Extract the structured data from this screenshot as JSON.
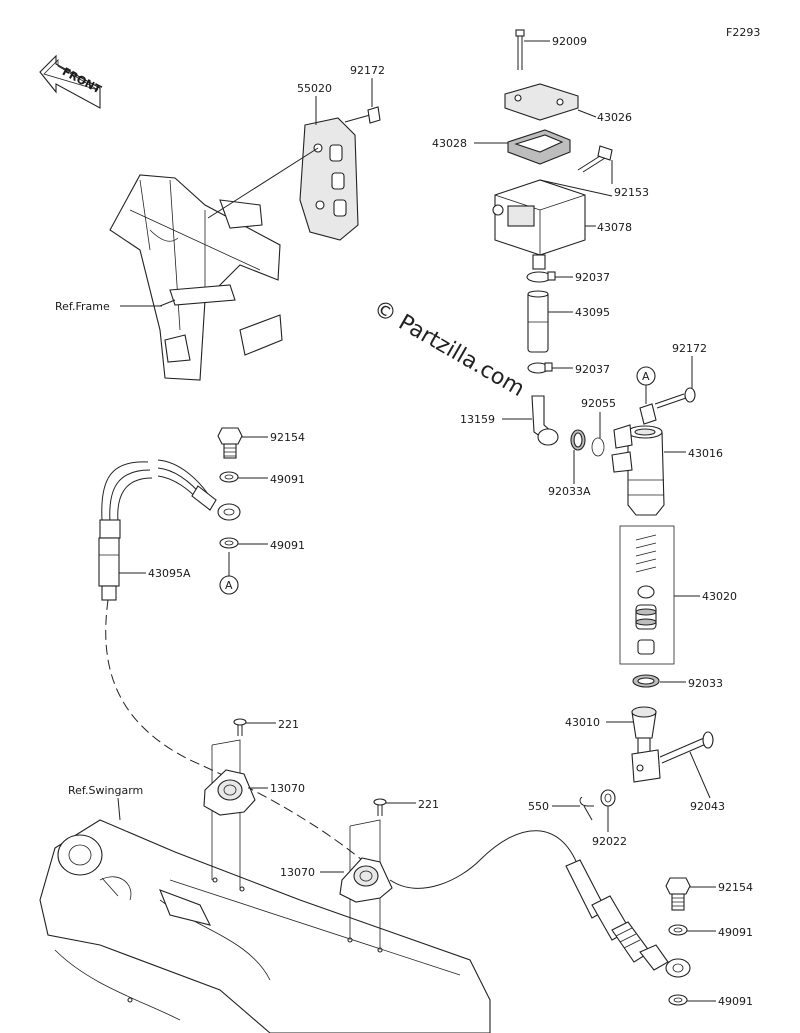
{
  "figure_code": "F2293",
  "front_label": "FRONT",
  "watermark": "© Partzilla.com",
  "refs": {
    "frame": "Ref.Frame",
    "swingarm": "Ref.Swingarm"
  },
  "callouts": {
    "c92009": "92009",
    "c43026": "43026",
    "c43028": "43028",
    "c92153": "92153",
    "c43078": "43078",
    "c92037a": "92037",
    "c43095": "43095",
    "c92037b": "92037",
    "c55020": "55020",
    "c92172a": "92172",
    "c92172b": "92172",
    "c13159": "13159",
    "c92055": "92055",
    "c43016": "43016",
    "c92033a": "92033A",
    "c92154a": "92154",
    "c49091a": "49091",
    "c49091b": "49091",
    "c43095a": "43095A",
    "c43020": "43020",
    "c92033": "92033",
    "c43010": "43010",
    "c92043": "92043",
    "c550": "550",
    "c92022": "92022",
    "c221a": "221",
    "c13070a": "13070",
    "c221b": "221",
    "c13070b": "13070",
    "c92154b": "92154",
    "c49091c": "49091",
    "c49091d": "49091"
  },
  "markers": {
    "a1": "A",
    "a2": "A"
  }
}
